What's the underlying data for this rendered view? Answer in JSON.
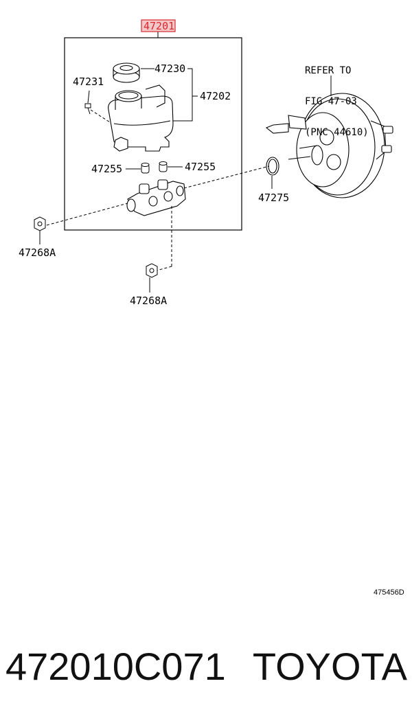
{
  "diagram": {
    "highlighted_part": "47201",
    "callouts": {
      "reservoir_cap": "47230",
      "reservoir_screw": "47231",
      "reservoir_assy": "47202",
      "grommet_left": "47255",
      "grommet_right": "47255",
      "gasket": "47275",
      "plug_left": "47268A",
      "plug_bottom": "47268A"
    },
    "reference_note": [
      "REFER TO",
      "FIG 47-03",
      "(PNC 44610)"
    ],
    "diagram_id": "475456D",
    "highlight_color": "#d9282f"
  },
  "caption": {
    "part_number": "472010C071",
    "brand": "TOYOTA"
  }
}
